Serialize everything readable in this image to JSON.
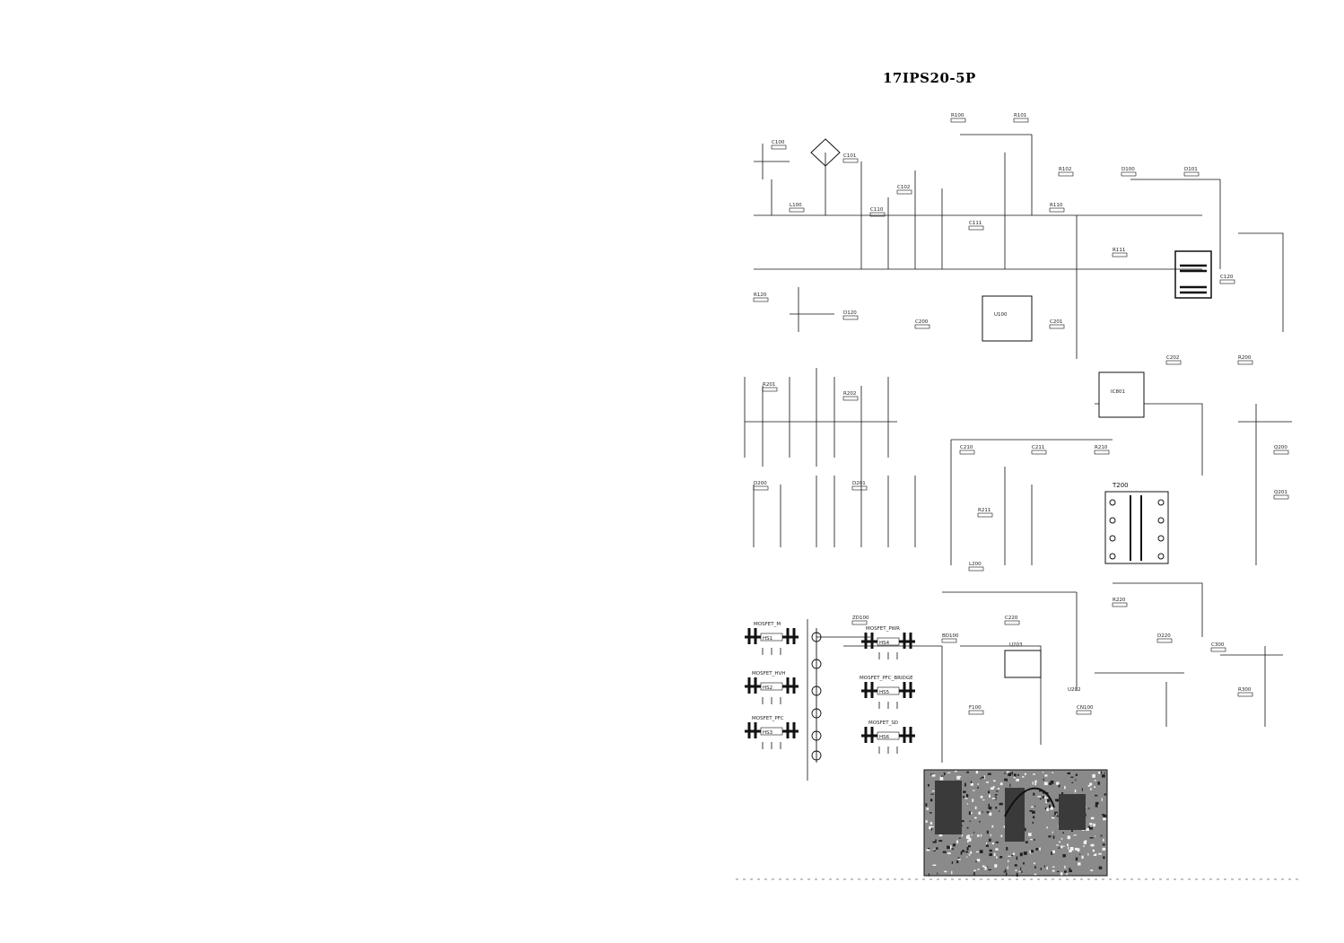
{
  "title": "17IPS20-5P",
  "blocks": {
    "ic_u100": "U100",
    "ic_ic801": "IC801",
    "transformer_t200": "T200",
    "ic_u203": "U203",
    "ic_u202": "U202"
  },
  "heatsinks": [
    {
      "label": "MOSFET_M",
      "ref": "HS1"
    },
    {
      "label": "MOSFET_HVH",
      "ref": "HS2"
    },
    {
      "label": "MOSFET_PFC",
      "ref": "HS3"
    },
    {
      "label": "MOSFET_PWR",
      "ref": "HS4"
    },
    {
      "label": "MOSFET_PFC_BRIDGE",
      "ref": "HS5"
    },
    {
      "label": "MOSFET_SD",
      "ref": "HS6"
    }
  ],
  "component_labels": [
    "C100",
    "C101",
    "C102",
    "R100",
    "R101",
    "R102",
    "D100",
    "D101",
    "L100",
    "C110",
    "C111",
    "R110",
    "R111",
    "C120",
    "R120",
    "D120",
    "C200",
    "C201",
    "C202",
    "R200",
    "R201",
    "R202",
    "D200",
    "D201",
    "C210",
    "C211",
    "R210",
    "R211",
    "Q200",
    "Q201",
    "L200",
    "C220",
    "R220",
    "D220",
    "C300",
    "R300",
    "F100",
    "CN100",
    "ZD100",
    "BD100"
  ],
  "colors": {
    "ink": "#111111",
    "paper": "#ffffff",
    "photo_dark": "#3a3a3a",
    "photo_mid": "#8a8a8a"
  }
}
